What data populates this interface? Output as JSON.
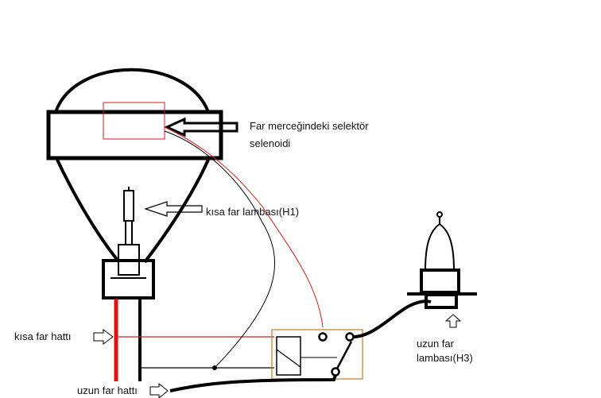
{
  "labels": {
    "selector_line1": "Far merceğindeki selektör",
    "selector_line2": "selenoidi",
    "low_beam_bulb": "kısa far lambası(H1)",
    "low_beam_line": "kısa far hattı",
    "high_beam_line": "uzun far hattı",
    "high_beam_bulb_line1": "uzun far",
    "high_beam_bulb_line2": "lambası(H3)"
  },
  "colors": {
    "ink": "#000000",
    "red_wire": "#e01010",
    "thin_red": "#d02020",
    "relay_box": "#c8782a"
  }
}
